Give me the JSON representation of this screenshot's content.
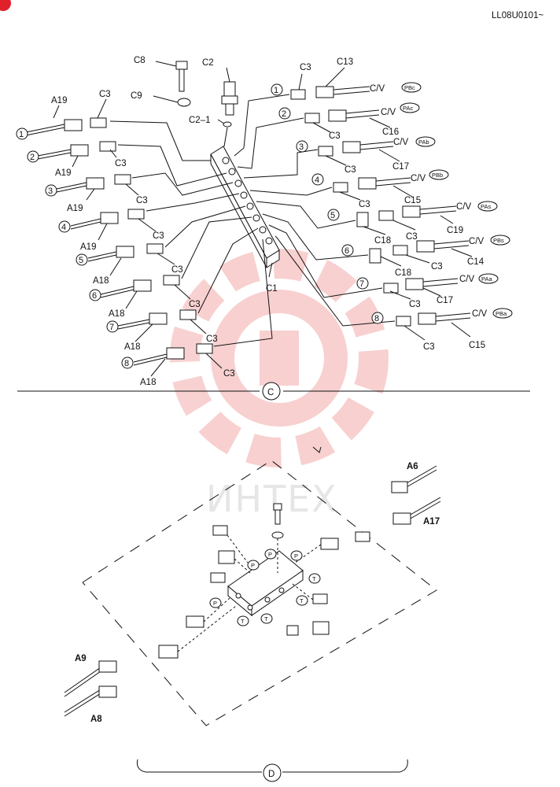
{
  "page_code": "LL08U0101~",
  "watermark": "ИНТЕХ",
  "labels": {
    "n1": "1",
    "n2": "2",
    "n3": "3",
    "n4": "4",
    "n5": "5",
    "n6": "6",
    "n7": "7",
    "n8": "8",
    "c1": "C1",
    "c2": "C2",
    "c2_1": "C2–1",
    "c3": "C3",
    "c8": "C8",
    "c9": "C9",
    "c13": "C13",
    "c14": "C14",
    "c15": "C15",
    "c16": "C16",
    "c17": "C17",
    "c18": "C18",
    "c19": "C19",
    "a18": "A18",
    "a19": "A19",
    "cv": "C/V",
    "pbc": "PBc",
    "pac": "PAc",
    "pab": "PAb",
    "pbb": "PBb",
    "pas": "PAs",
    "pbs": "PBs",
    "paa": "PAa",
    "pba": "PBa",
    "section_c": "C",
    "section_d": "D",
    "p": "P",
    "t": "T",
    "a6": "A6",
    "a17": "A17",
    "a9": "A9",
    "a8": "A8"
  }
}
